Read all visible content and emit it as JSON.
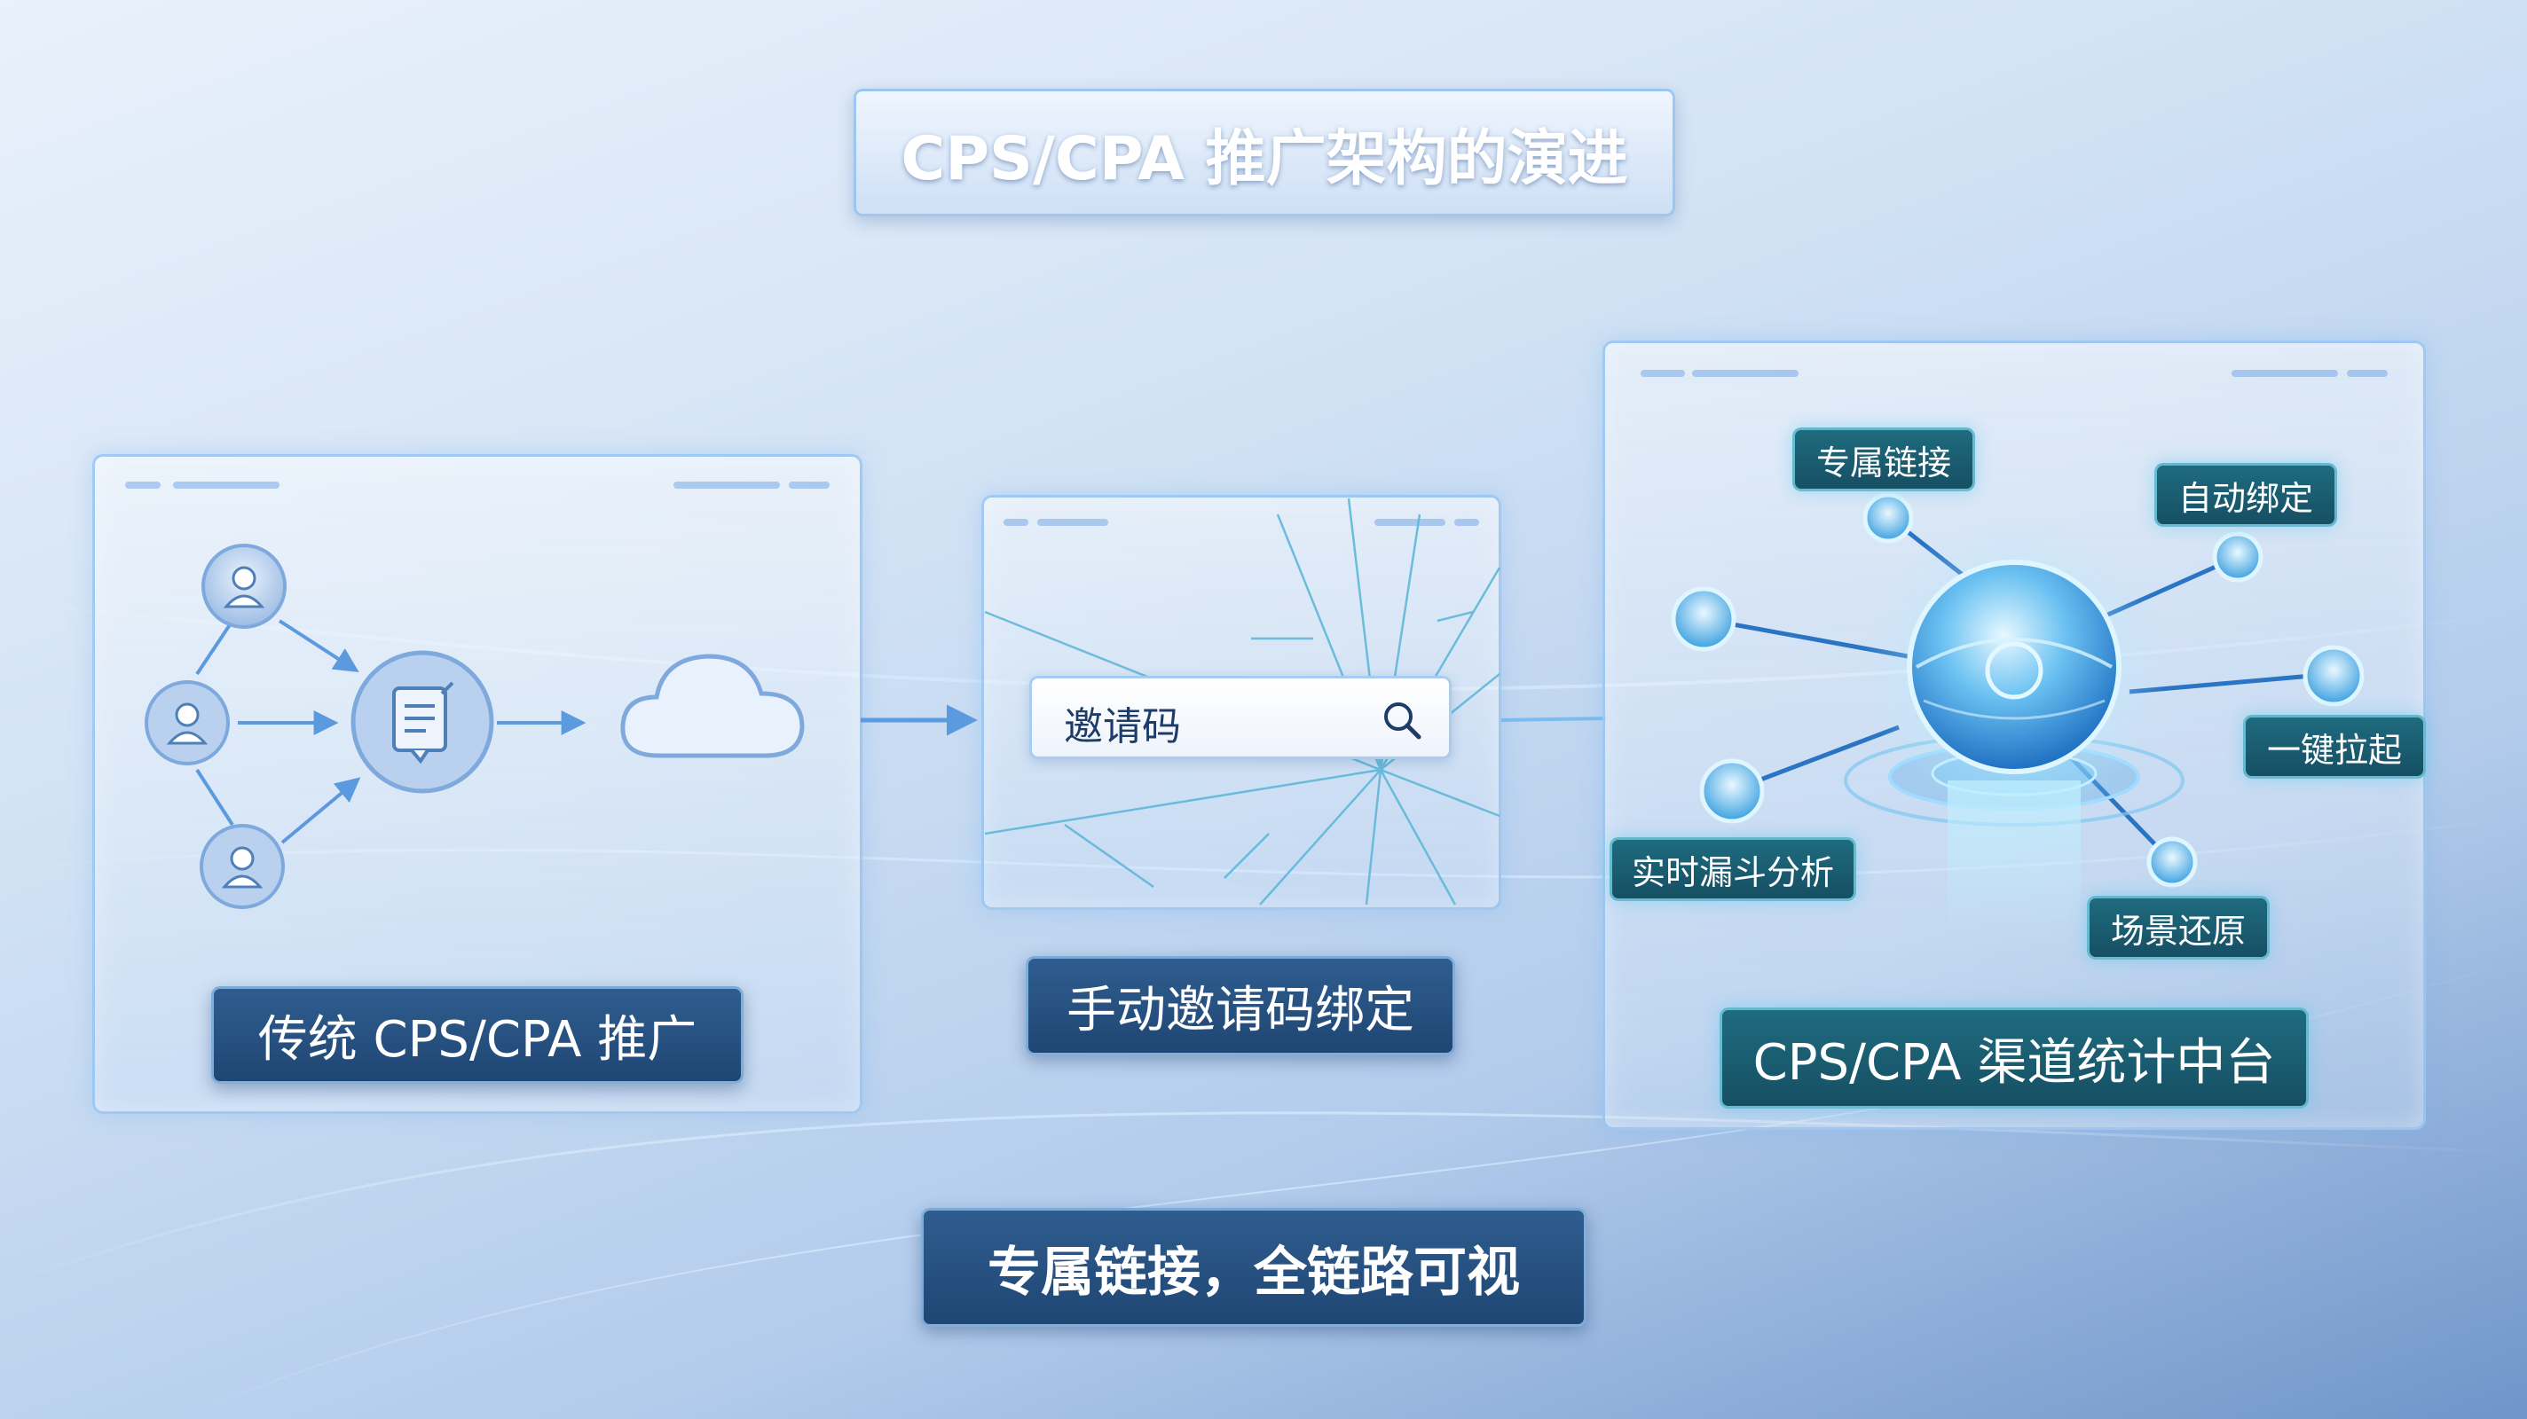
{
  "title": "CPS/CPA 推广架构的演进",
  "panels": {
    "left": {
      "label": "传统 CPS/CPA 推广"
    },
    "middle": {
      "label": "手动邀请码绑定",
      "search_text": "邀请码"
    },
    "right": {
      "label": "CPS/CPA 渠道统计中台",
      "features": [
        "专属链接",
        "自动绑定",
        "一键拉起",
        "场景还原",
        "实时漏斗分析"
      ]
    }
  },
  "footer": {
    "slogan": "专属链接，全链路可视"
  },
  "icons": [
    "user-icon",
    "document-icon",
    "cloud-icon",
    "search-icon",
    "hub-sphere-icon"
  ],
  "colors": {
    "accent": "#2f7fd6",
    "teal": "#1f6b7f",
    "dark_label": "#2f5d8f"
  }
}
